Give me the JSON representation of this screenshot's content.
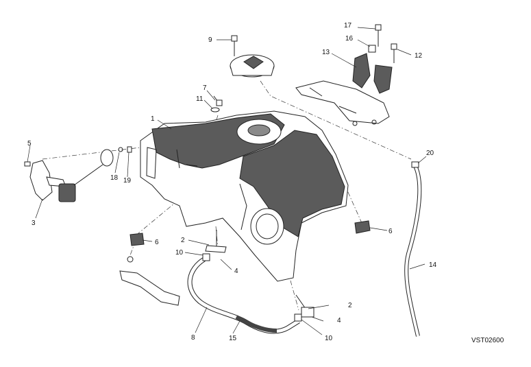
{
  "diagram_code": "VST02600",
  "callouts": [
    {
      "id": "c1",
      "text": "1"
    },
    {
      "id": "c2a",
      "text": "2"
    },
    {
      "id": "c2b",
      "text": "2"
    },
    {
      "id": "c3",
      "text": "3"
    },
    {
      "id": "c4a",
      "text": "4"
    },
    {
      "id": "c4b",
      "text": "4"
    },
    {
      "id": "c5",
      "text": "5"
    },
    {
      "id": "c6a",
      "text": "6"
    },
    {
      "id": "c6b",
      "text": "6"
    },
    {
      "id": "c7",
      "text": "7"
    },
    {
      "id": "c8",
      "text": "8"
    },
    {
      "id": "c9",
      "text": "9"
    },
    {
      "id": "c10a",
      "text": "10"
    },
    {
      "id": "c10b",
      "text": "10"
    },
    {
      "id": "c11",
      "text": "11"
    },
    {
      "id": "c12",
      "text": "12"
    },
    {
      "id": "c13",
      "text": "13"
    },
    {
      "id": "c14",
      "text": "14"
    },
    {
      "id": "c15",
      "text": "15"
    },
    {
      "id": "c16",
      "text": "16"
    },
    {
      "id": "c17",
      "text": "17"
    },
    {
      "id": "c18",
      "text": "18"
    },
    {
      "id": "c19",
      "text": "19"
    },
    {
      "id": "c20",
      "text": "20"
    }
  ]
}
